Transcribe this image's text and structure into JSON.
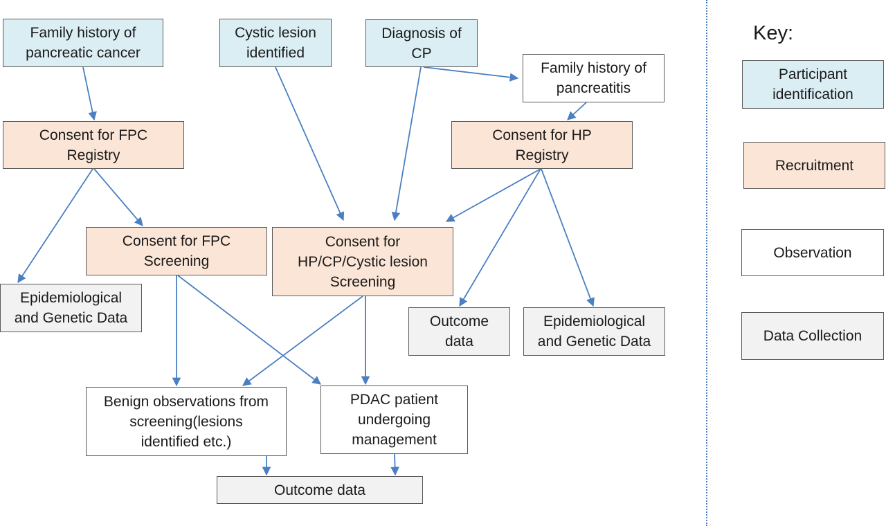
{
  "colors": {
    "participant_identification": "#dbeef4",
    "recruitment": "#fbe5d6",
    "observation": "#ffffff",
    "data_collection": "#f2f2f2",
    "arrow": "#4a7fc1",
    "border": "#595959"
  },
  "nodes": {
    "family_history_pc": "Family history of\npancreatic cancer",
    "cystic_lesion": "Cystic lesion\nidentified",
    "diagnosis_cp": "Diagnosis of\nCP",
    "family_history_pancreatitis": "Family history of\npancreatitis",
    "consent_fpc_registry": "Consent for FPC\nRegistry",
    "consent_hp_registry": "Consent for HP\nRegistry",
    "consent_fpc_screening": "Consent for FPC\nScreening",
    "consent_hp_cp_screening": "Consent for\nHP/CP/Cystic lesion\nScreening",
    "epi_genetic_left": "Epidemiological\nand Genetic Data",
    "outcome_data_right": "Outcome\ndata",
    "epi_genetic_right": "Epidemiological\nand Genetic Data",
    "benign_observations": "Benign observations from\nscreening(lesions\nidentified etc.)",
    "pdac_patient": "PDAC patient\nundergoing\nmanagement",
    "outcome_data_bottom": "Outcome data"
  },
  "key": {
    "title": "Key:",
    "participant_identification": "Participant\nidentification",
    "recruitment": "Recruitment",
    "observation": "Observation",
    "data_collection": "Data  Collection"
  }
}
